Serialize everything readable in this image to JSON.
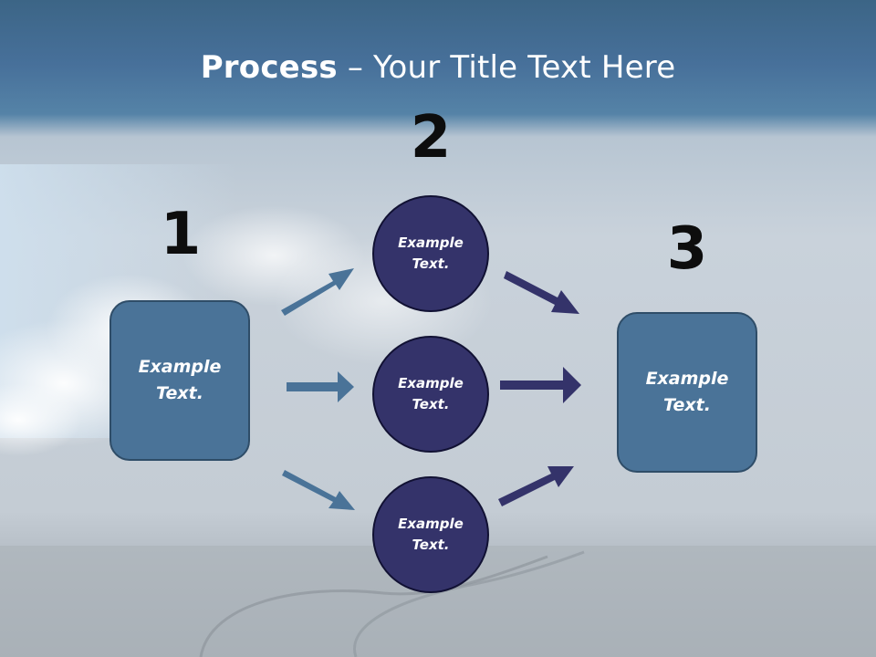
{
  "slide": {
    "title_bold": "Process",
    "title_rest": " – Your Title Text Here",
    "steps": [
      "1",
      "2",
      "3"
    ],
    "left_box": "Example\nText.",
    "right_box": "Example\nText.",
    "circles": [
      "Example\nText.",
      "Example\nText.",
      "Example\nText."
    ]
  },
  "colors": {
    "box_fill": "#4a7398",
    "circle_fill": "#34336a",
    "arrow_left": "#4a7398",
    "arrow_right": "#34336a",
    "title_text": "#ffffff"
  }
}
